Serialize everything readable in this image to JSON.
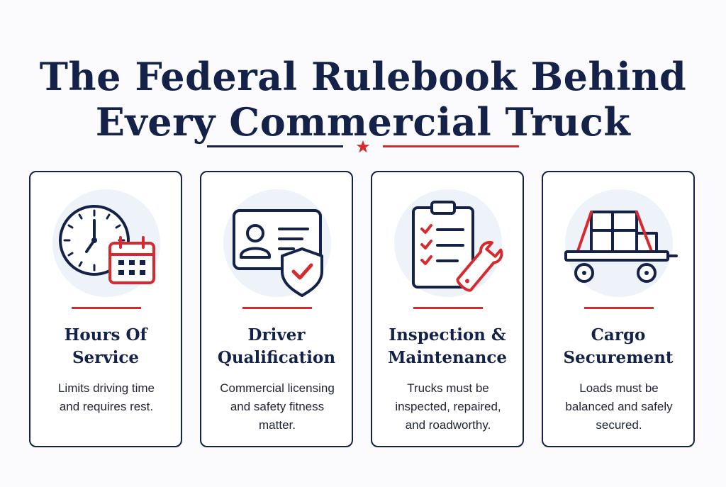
{
  "title": {
    "line1": "The Federal Rulebook Behind",
    "line2": "Every Commercial Truck"
  },
  "colors": {
    "navy": "#14224a",
    "red": "#d62a2e",
    "halo": "#eef2f9"
  },
  "cards": [
    {
      "icon": "clock-calendar-icon",
      "heading_lines": [
        "Hours Of",
        "Service"
      ],
      "desc_lines": [
        "Limits driving time",
        "and requires rest."
      ]
    },
    {
      "icon": "id-card-shield-icon",
      "heading_lines": [
        "Driver",
        "Qualification"
      ],
      "desc_lines": [
        "Commercial licensing",
        "and safety fitness",
        "matter."
      ]
    },
    {
      "icon": "checklist-wrench-icon",
      "heading_lines": [
        "Inspection &",
        "Maintenance"
      ],
      "desc_lines": [
        "Trucks must be",
        "inspected, repaired,",
        "and roadworthy."
      ]
    },
    {
      "icon": "secured-cargo-trailer-icon",
      "heading_lines": [
        "Cargo",
        "Securement"
      ],
      "desc_lines": [
        "Loads must be",
        "balanced and safely",
        "secured."
      ]
    }
  ]
}
